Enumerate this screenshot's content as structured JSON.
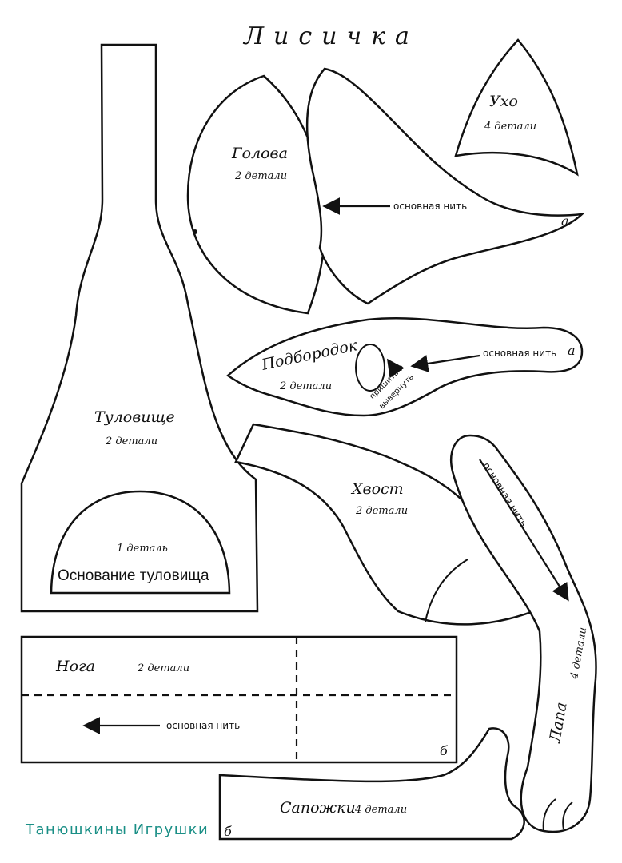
{
  "title": "Лисичка",
  "brand": "Танюшкины Игрушки",
  "pieces": {
    "ear": {
      "name": "Ухо",
      "count": "4 детали"
    },
    "head": {
      "name": "Голова",
      "count": "2 детали",
      "grain": "основная нить",
      "mark": "а"
    },
    "chin": {
      "name": "Подбородок",
      "count": "2 детали",
      "grain": "основная нить",
      "mark": "а",
      "note1": "пришить и",
      "note2": "вывернуть"
    },
    "torso": {
      "name": "Туловище",
      "count": "2 детали"
    },
    "base": {
      "count": "1 деталь",
      "name": "Основание туловища"
    },
    "tail": {
      "name": "Хвост",
      "count": "2 детали"
    },
    "arm": {
      "name": "Лапа",
      "count": "4 детали",
      "grain": "основная нить"
    },
    "leg": {
      "name": "Нога",
      "count": "2 детали",
      "grain": "основная нить",
      "mark": "б"
    },
    "boot": {
      "name": "Сапожки",
      "count": "4 детали",
      "mark": "б"
    }
  }
}
